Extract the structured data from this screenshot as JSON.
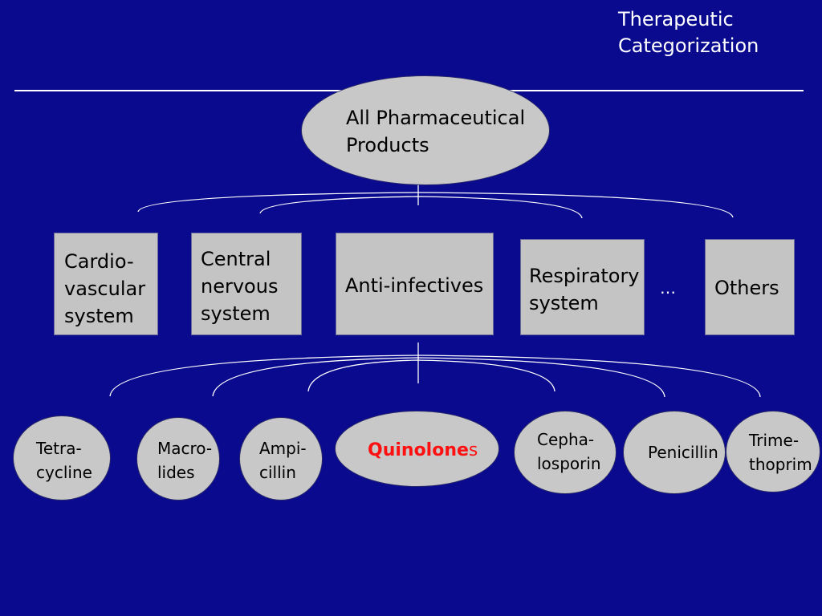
{
  "title": {
    "line1": "Therapeutic",
    "line2": "Categorization"
  },
  "root": {
    "label": "All Pharmaceutical\nProducts"
  },
  "categories": [
    {
      "label": "Cardio-\nvascular\nsystem"
    },
    {
      "label": "Central\nnervous\nsystem"
    },
    {
      "label": "Anti-infectives"
    },
    {
      "label": "Respiratory\nsystem"
    },
    {
      "label": "Others"
    }
  ],
  "ellipsis": "…",
  "subcategories": [
    {
      "label": "Tetra-\ncycline"
    },
    {
      "label": "Macro-\nlides"
    },
    {
      "label": "Ampi-\ncillin"
    },
    {
      "label_bold": "Quinolone",
      "label_rest": "s"
    },
    {
      "label": "Cepha-\nlosporin"
    },
    {
      "label": "Penicillin"
    },
    {
      "label": "Trime-\nthoprim"
    }
  ],
  "colors": {
    "background": "#0a0a8f",
    "node_fill": "#c8c8c8",
    "highlight": "#ff1010",
    "line": "#ffffff"
  }
}
